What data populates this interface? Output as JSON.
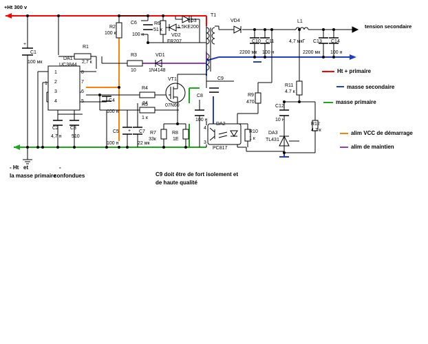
{
  "labels": {
    "ht_300": "+Ht  300 v",
    "tension_secondaire": "tension secondaire",
    "T1": "T1",
    "VD4": "VD4",
    "L1": "L1",
    "L1_val": "4,7 мкГ",
    "VD3": "VD3",
    "VD3_val": "1,5KE200",
    "VD2": "VD2",
    "VD2_val": "FR207",
    "R6": "R6",
    "R6_val": "51 к",
    "C6": "C6",
    "C6_val": "100 н",
    "R2": "R2",
    "R2_val": "100 к",
    "R1": "R1",
    "R1_val": "2,7 к",
    "DA1": "DA1",
    "DA1_val": "UC3844",
    "C1": "C1",
    "C1_val": "100 мк",
    "R3": "R3",
    "R3_val": "10",
    "VD1": "VD1",
    "VD1_val": "1N4148",
    "R4": "R4",
    "R4_val": "24",
    "R5": "R5",
    "R5_val": "1 к",
    "VT1": "VT1",
    "VT1_val": "07N60",
    "C4": "C4",
    "C4_val": "100 н",
    "C2": "C2",
    "C2_val": "4,7 н",
    "C3": "C3",
    "C3_val": "510",
    "C5": "C5",
    "C5_val": "100 н",
    "C7": "C7",
    "C7_val": "22 мк",
    "R7": "R7",
    "R7_val": "33к",
    "R8": "R8",
    "R8_val": "1E",
    "C9": "C9",
    "C8": "C8",
    "C8_val": "100 н",
    "C10": "C10",
    "C11": "C11",
    "C10_val": "2200 мк",
    "C11_val": "100 н",
    "C13": "C13",
    "C14": "C14",
    "C13_val": "2200 мк",
    "C14_val": "100 н",
    "R9": "R9",
    "R9_val": "470",
    "R11": "R11",
    "R11_val": "4.7 к",
    "C12": "C12",
    "C12_val": "10 н",
    "R12": "R12",
    "R12_val": "4.7 к",
    "DA2": "DA2",
    "DA2_val": "PC817",
    "R10": "R10",
    "R10_val": "1 к",
    "DA3": "DA3",
    "DA3_val": "TL431",
    "pin1": "1",
    "pin2": "2",
    "pin3": "3",
    "pin4": "4",
    "pin5": "5",
    "pin6": "6",
    "pin7": "7",
    "pin8": "8",
    "opto4": "4",
    "opto3": "3"
  },
  "legend": {
    "ht_plus": "Ht +  primaire",
    "masse_secondaire": "masse secondaire",
    "masse_primaire": "masse primaire",
    "alim_vcc": "alim  VCC  de démarrage",
    "alim_maintien": "alim de maintien"
  },
  "notes": {
    "ht_minus": "- Ht",
    "et": "et",
    "masse_primaire_line": "la masse primaire",
    "confondues": "confondues",
    "dash": "-",
    "c9_line1": "C9  doit être  de fort isolement et",
    "c9_line2": "de haute qualité"
  },
  "colors": {
    "ht_plus": "#ff0000",
    "masse_secondaire": "#1f3fbf",
    "masse_primaire": "#1aa81a",
    "alim_vcc": "#ff8000",
    "alim_maintien": "#8b3fbf",
    "wire": "#000000"
  }
}
